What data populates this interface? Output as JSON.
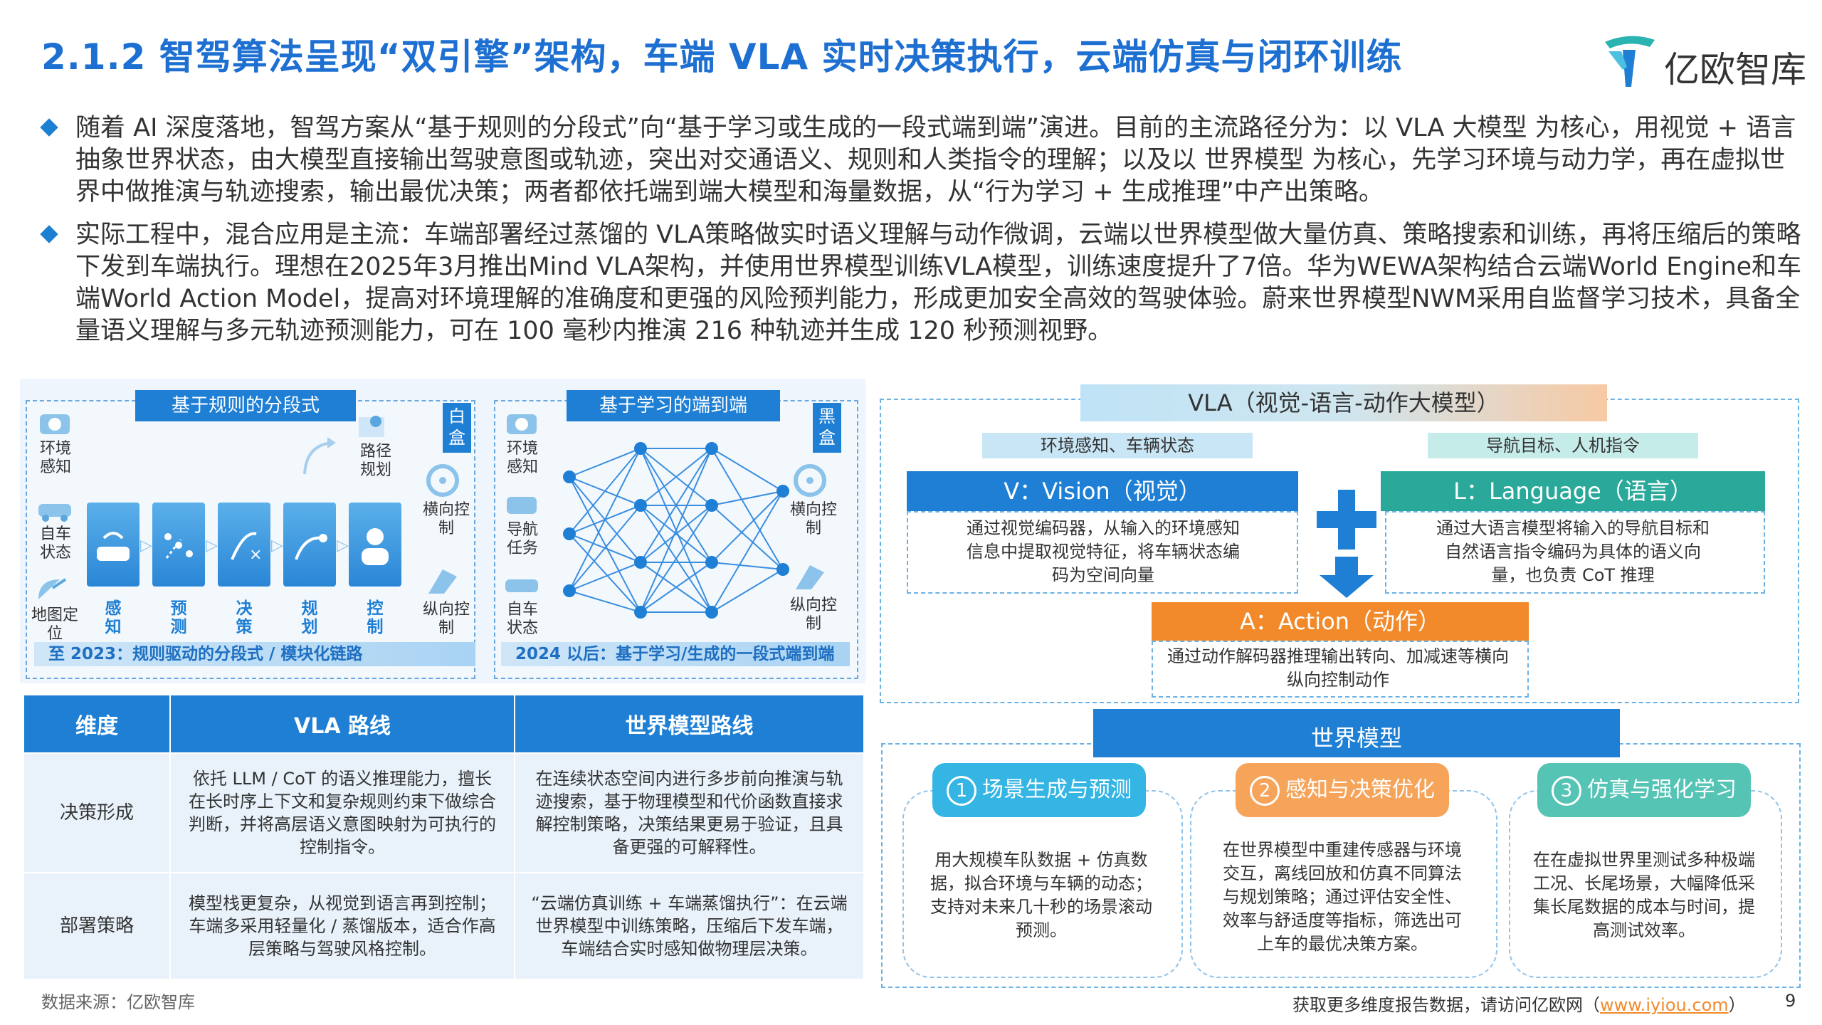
{
  "title": "2.1.2 智驾算法呈现“双引擎”架构，车端 VLA 实时决策执行，云端仿真与闭环训练",
  "logo": {
    "text": "亿欧智库"
  },
  "bullets": [
    "随着 AI 深度落地，智驾方案从“基于规则的分段式”向“基于学习或生成的一段式端到端”演进。目前的主流路径分为：以 VLA 大模型 为核心，用视觉 + 语言 抽象世界状态，由大模型直接输出驾驶意图或轨迹，突出对交通语义、规则和人类指令的理解；以及以 世界模型 为核心，先学习环境与动力学，再在虚拟世界中做推演与轨迹搜索，输出最优决策；两者都依托端到端大模型和海量数据，从“行为学习 + 生成推理”中产出策略。",
    "实际工程中，混合应用是主流：车端部署经过蒸馏的 VLA策略做实时语义理解与动作微调，云端以世界模型做大量仿真、策略搜索和训练，再将压缩后的策略下发到车端执行。理想在2025年3月推出Mind VLA架构，并使用世界模型训练VLA模型，训练速度提升了7倍。华为WEWA架构结合云端World Engine和车端World Action Model，提高对环境理解的准确度和更强的风险预判能力，形成更加安全高效的驾驶体验。蔚来世界模型NWM采用自监督学习技术，具备全量语义理解与多元轨迹预测能力，可在 100 毫秒内推演 216 种轨迹并生成 120 秒预测视野。"
  ],
  "rule_panel": {
    "header": "基于规则的分段式",
    "side_label": "白盒",
    "inputs": [
      "环境感知",
      "自车状态",
      "地图定位"
    ],
    "stages": [
      "感知",
      "预测",
      "决策",
      "规划",
      "控制"
    ],
    "path_label": "路径规划",
    "outputs": [
      "横向控制",
      "纵向控制"
    ],
    "footer": "至 2023：规则驱动的分段式 / 模块化链路"
  },
  "e2e_panel": {
    "header": "基于学习的端到端",
    "side_label": "黑盒",
    "inputs": [
      "环境感知",
      "导航任务",
      "自车状态"
    ],
    "outputs": [
      "横向控制",
      "纵向控制"
    ],
    "footer": "2024 以后：基于学习/生成的一段式端到端"
  },
  "table": {
    "headers": [
      "维度",
      "VLA 路线",
      "世界模型路线"
    ],
    "rows": [
      [
        "决策形成",
        "依托 LLM / CoT 的语义推理能力，擅长在长时序上下文和复杂规则约束下做综合判断，并将高层语义意图映射为可执行的控制指令。",
        "在连续状态空间内进行多步前向推演与轨迹搜索，基于物理模型和代价函数直接求解控制策略，决策结果更易于验证，且具备更强的可解释性。"
      ],
      [
        "部署策略",
        "模型栈更复杂，从视觉到语言再到控制；车端多采用轻量化 / 蒸馏版本，适合作高层策略与驾驶风格控制。",
        "“云端仿真训练 + 车端蒸馏执行”：在云端世界模型中训练策略，压缩后下发车端，车端结合实时感知做物理层决策。"
      ]
    ]
  },
  "vla": {
    "title": "VLA（视觉-语言-动作大模型）",
    "v_tag": "环境感知、车辆状态",
    "l_tag": "导航目标、人机指令",
    "v_header": "V：Vision（视觉）",
    "v_body": "通过视觉编码器，从输入的环境感知信息中提取视觉特征，将车辆状态编码为空间向量",
    "l_header": "L：Language（语言）",
    "l_body": "通过大语言模型将输入的导航目标和自然语言指令编码为具体的语义向量，也负责 CoT 推理",
    "a_header": "A：Action（动作）",
    "a_body": "通过动作解码器推理输出转向、加减速等横向纵向控制动作"
  },
  "world_model": {
    "title": "世界模型",
    "cards": [
      {
        "num": "1",
        "title": "场景生成与预测",
        "body": "用大规模车队数据 + 仿真数据，拟合环境与车辆的动态；支持对未来几十秒的场景滚动预测。"
      },
      {
        "num": "2",
        "title": "感知与决策优化",
        "body": "在世界模型中重建传感器与环境交互，离线回放和仿真不同算法与规划策略；通过评估安全性、效率与舒适度等指标，筛选出可上车的最优决策方案。"
      },
      {
        "num": "3",
        "title": "仿真与强化学习",
        "body": "在在虚拟世界里测试多种极端工况、长尾场景，大幅降低采集长尾数据的成本与时间，提高测试效率。"
      }
    ]
  },
  "footer": {
    "source": "数据来源：亿欧智库",
    "cta": "获取更多维度报告数据，请访问亿欧网（",
    "link": "www.iyiou.com",
    "cta_end": "）",
    "page": "9"
  },
  "colors": {
    "brand_blue": "#1e7fd4",
    "teal": "#2aa99a",
    "orange": "#f28a2b"
  }
}
